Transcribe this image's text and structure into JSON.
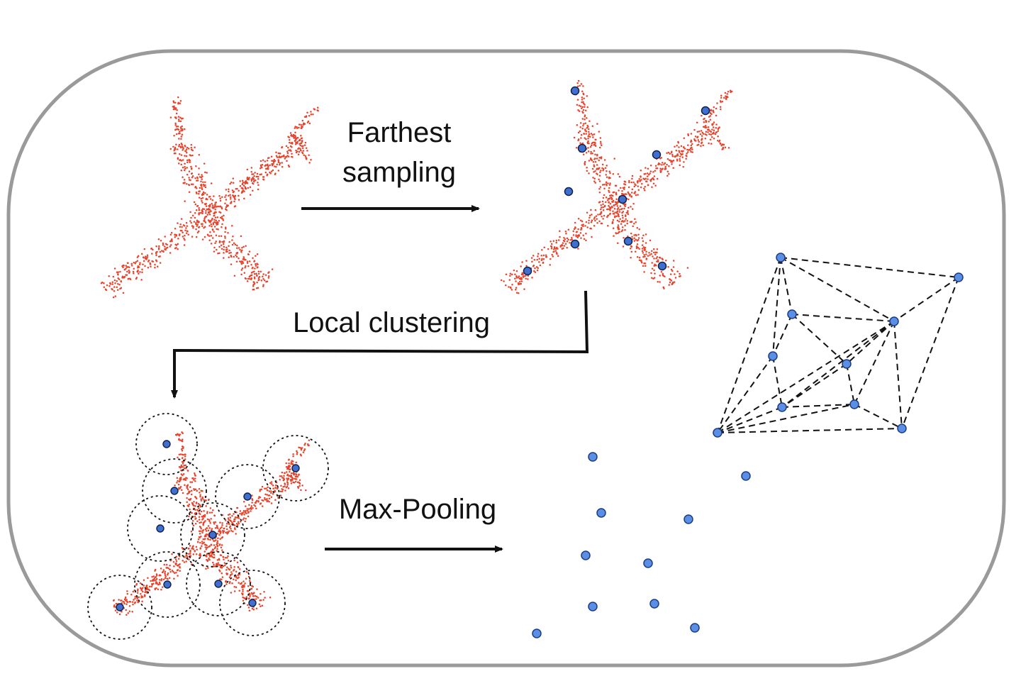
{
  "labels": {
    "farthest_line1": "Farthest",
    "farthest_line2": "sampling",
    "local_clustering": "Local clustering",
    "max_pooling": "Max-Pooling"
  },
  "colors": {
    "point_cloud": "#e8432c",
    "sample_point": "#3f6fcf",
    "graph_node": "#5b8fe6",
    "border": "#9a9a9a",
    "arrow": "#111111"
  },
  "icons": [
    "airplane-point-cloud",
    "sampled-centroid",
    "cluster-circle",
    "pooled-feature-point",
    "graph-node"
  ]
}
